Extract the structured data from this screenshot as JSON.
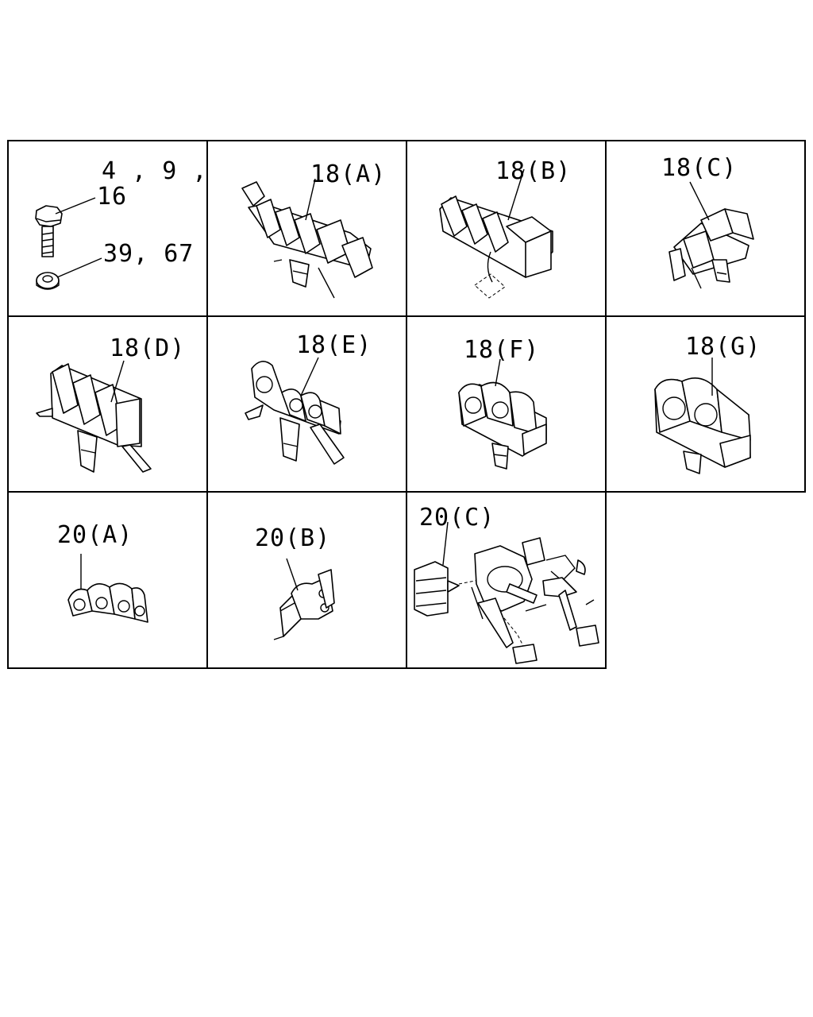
{
  "grid": {
    "cells": [
      {
        "id": "c1",
        "labels": [
          "4 , 9 ,",
          "16",
          "39, 67"
        ]
      },
      {
        "id": "c2",
        "labels": [
          "18(A)"
        ]
      },
      {
        "id": "c3",
        "labels": [
          "18(B)"
        ]
      },
      {
        "id": "c4",
        "labels": [
          "18(C)"
        ]
      },
      {
        "id": "c5",
        "labels": [
          "18(D)"
        ]
      },
      {
        "id": "c6",
        "labels": [
          "18(E)"
        ]
      },
      {
        "id": "c7",
        "labels": [
          "18(F)"
        ]
      },
      {
        "id": "c8",
        "labels": [
          "18(G)"
        ]
      },
      {
        "id": "c9",
        "labels": [
          "20(A)"
        ]
      },
      {
        "id": "c10",
        "labels": [
          "20(B)"
        ]
      },
      {
        "id": "c11",
        "labels": [
          "20(C)"
        ]
      }
    ]
  }
}
